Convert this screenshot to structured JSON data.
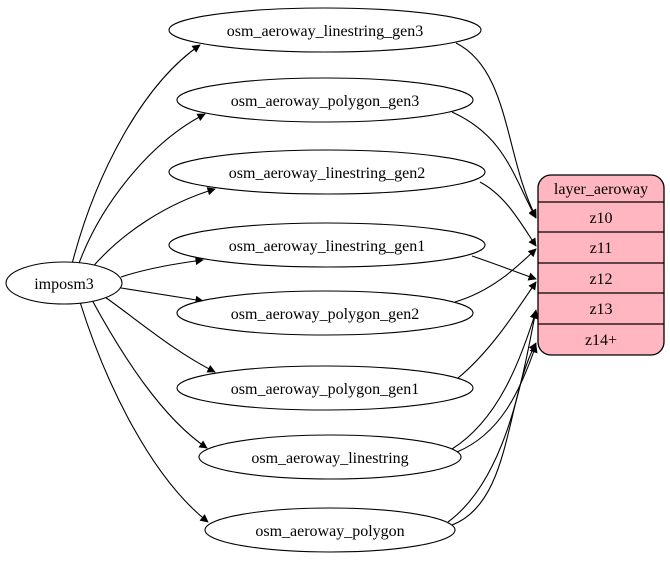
{
  "diagram": {
    "background_color": "#ffffff",
    "edge_color": "#000000",
    "source_node": {
      "label": "imposm3"
    },
    "table_nodes": [
      {
        "label": "osm_aeroway_linestring_gen3"
      },
      {
        "label": "osm_aeroway_polygon_gen3"
      },
      {
        "label": "osm_aeroway_linestring_gen2"
      },
      {
        "label": "osm_aeroway_linestring_gen1"
      },
      {
        "label": "osm_aeroway_polygon_gen2"
      },
      {
        "label": "osm_aeroway_polygon_gen1"
      },
      {
        "label": "osm_aeroway_linestring"
      },
      {
        "label": "osm_aeroway_polygon"
      }
    ],
    "layer_node": {
      "title": "layer_aeroway",
      "rows": [
        {
          "label": "z10"
        },
        {
          "label": "z11"
        },
        {
          "label": "z12"
        },
        {
          "label": "z13"
        },
        {
          "label": "z14+"
        }
      ],
      "fill_color": "#ffb6c1",
      "border_color": "#000000"
    },
    "edges": [
      {
        "from": "imposm3",
        "to": "osm_aeroway_linestring_gen3"
      },
      {
        "from": "imposm3",
        "to": "osm_aeroway_polygon_gen3"
      },
      {
        "from": "imposm3",
        "to": "osm_aeroway_linestring_gen2"
      },
      {
        "from": "imposm3",
        "to": "osm_aeroway_linestring_gen1"
      },
      {
        "from": "imposm3",
        "to": "osm_aeroway_polygon_gen2"
      },
      {
        "from": "imposm3",
        "to": "osm_aeroway_polygon_gen1"
      },
      {
        "from": "imposm3",
        "to": "osm_aeroway_linestring"
      },
      {
        "from": "imposm3",
        "to": "osm_aeroway_polygon"
      },
      {
        "from": "osm_aeroway_linestring_gen3",
        "to": "layer_aeroway:z10"
      },
      {
        "from": "osm_aeroway_polygon_gen3",
        "to": "layer_aeroway:z10"
      },
      {
        "from": "osm_aeroway_linestring_gen2",
        "to": "layer_aeroway:z11"
      },
      {
        "from": "osm_aeroway_polygon_gen2",
        "to": "layer_aeroway:z11"
      },
      {
        "from": "osm_aeroway_linestring_gen1",
        "to": "layer_aeroway:z12"
      },
      {
        "from": "osm_aeroway_polygon_gen1",
        "to": "layer_aeroway:z12"
      },
      {
        "from": "osm_aeroway_linestring",
        "to": "layer_aeroway:z13"
      },
      {
        "from": "osm_aeroway_polygon",
        "to": "layer_aeroway:z13"
      },
      {
        "from": "osm_aeroway_linestring",
        "to": "layer_aeroway:z14+"
      },
      {
        "from": "osm_aeroway_polygon",
        "to": "layer_aeroway:z14+"
      }
    ]
  }
}
